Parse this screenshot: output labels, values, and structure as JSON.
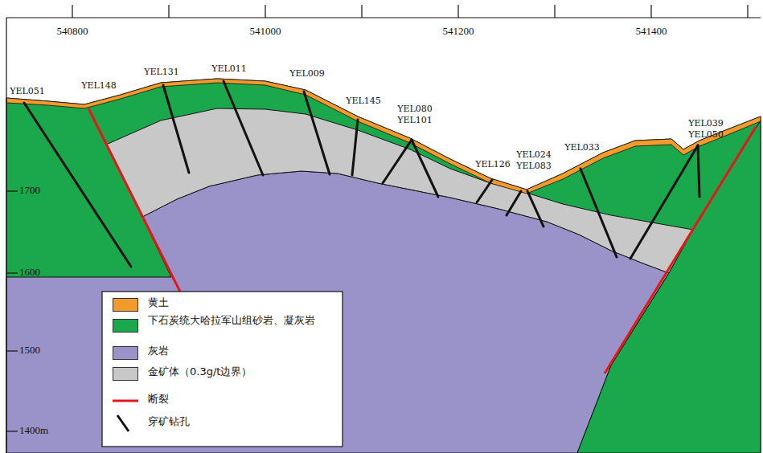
{
  "diagram": {
    "labels": [
      "540800",
      "541000",
      "541200",
      "541400",
      "1700",
      "1600",
      "1500",
      "1400m",
      "YEL051",
      "YEL148",
      "YEL131",
      "YEL011",
      "YEL009",
      "YEL145",
      "YEL080",
      "YEL101",
      "YEL126",
      "YEL024",
      "YEL083",
      "YEL033",
      "YEL039",
      "YEL050"
    ],
    "legend": [
      {
        "text": "黄土",
        "color": "#f39a2d"
      },
      {
        "text": "下石炭统大哈拉军山组砂岩、凝灰岩",
        "color": "#1ba74b"
      },
      {
        "text": "灰岩",
        "color": "#9a93c9"
      },
      {
        "text": "金矿体（0.3g/t边界）",
        "color": "#c8c8c8"
      },
      {
        "text": "断裂"
      },
      {
        "text": "穿矿钻孔"
      }
    ]
  }
}
